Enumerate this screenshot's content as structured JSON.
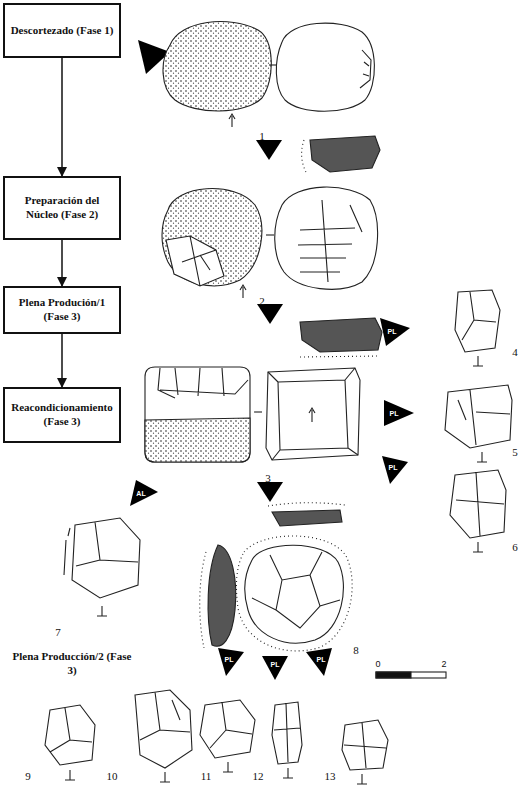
{
  "diagram": {
    "nodes": [
      {
        "text": [
          "Descortezado (Fase 1)"
        ]
      },
      {
        "text": [
          "Preparación del Núcleo (Fase 2)"
        ]
      },
      {
        "text": [
          "Plena Produción/1 (Fase 3)"
        ]
      },
      {
        "text": [
          "Reacondicionamiento (Fase 3)"
        ]
      }
    ],
    "edges": [
      {
        "from": 0,
        "to": 1,
        "arrow": "to"
      },
      {
        "from": 1,
        "to": 2,
        "arrow": "to"
      },
      {
        "from": 2,
        "to": 3,
        "arrow": "to"
      }
    ],
    "labels": [
      "1",
      "2",
      "3",
      "4",
      "5",
      "6",
      "7",
      "8",
      "9",
      "10",
      "11",
      "12",
      "13",
      "PL",
      "PL",
      "PL",
      "AL",
      "Plena Producción/2 (Fase 3)",
      "PL",
      "PL",
      "PL",
      "0",
      "2"
    ]
  }
}
